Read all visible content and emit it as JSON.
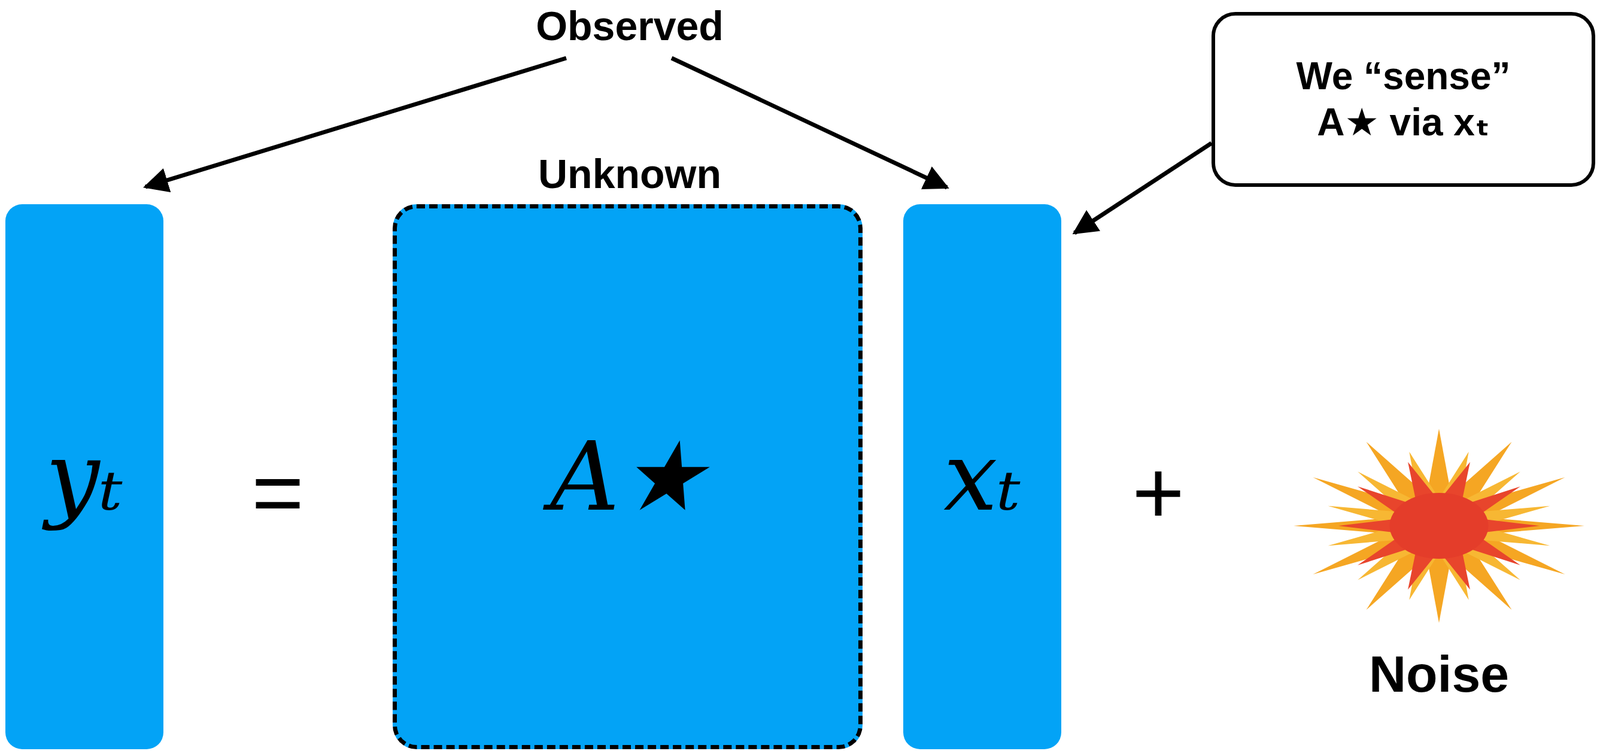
{
  "diagram": {
    "nodes": [
      {
        "text": [
          "yₜ"
        ]
      },
      {
        "text": [
          "A★"
        ]
      },
      {
        "text": [
          "xₜ"
        ]
      },
      {
        "text": [
          "We “sense” A★ via xₜ"
        ]
      }
    ],
    "edges": [
      {
        "from": 3,
        "to": 2,
        "arrow": "to"
      }
    ],
    "labels": [
      "Observed",
      "Unknown",
      "=",
      "+",
      "Noise"
    ]
  }
}
